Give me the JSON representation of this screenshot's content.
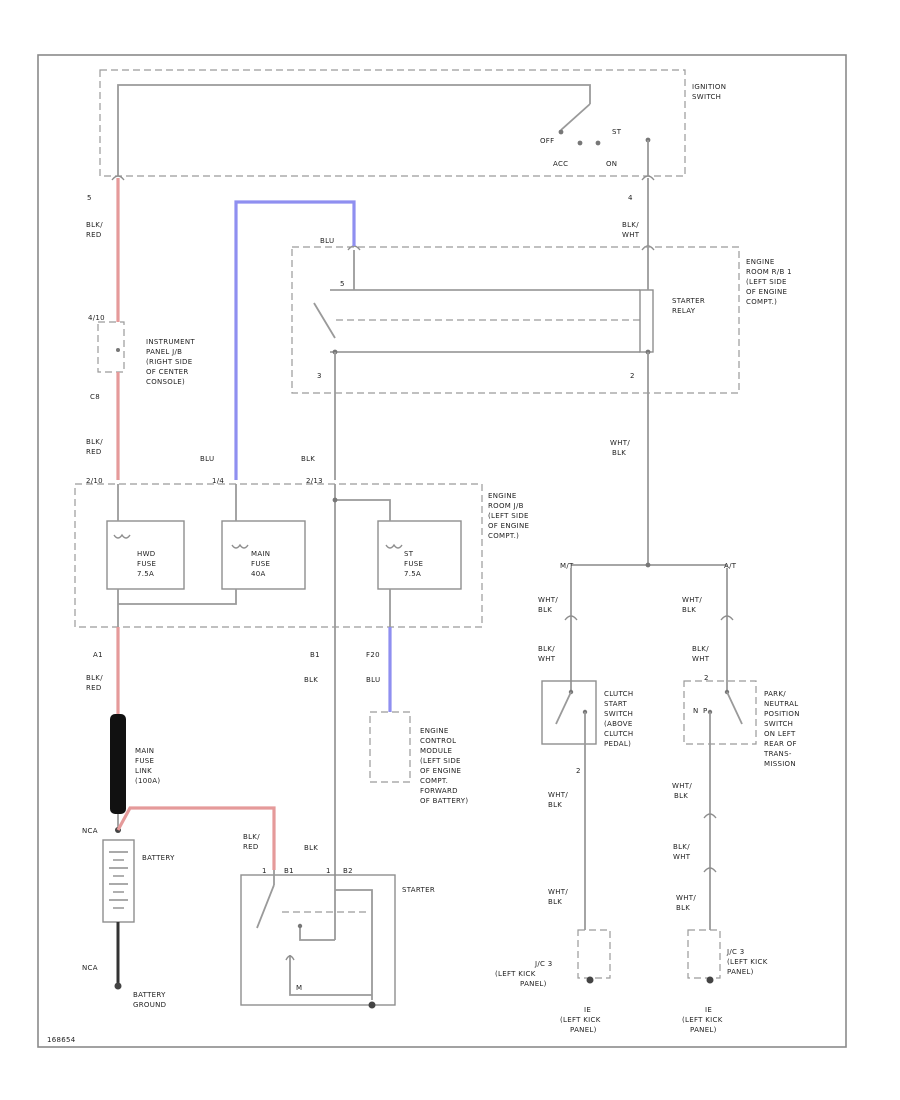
{
  "labels": {
    "ignition_switch": [
      "IGNITION",
      "SWITCH"
    ],
    "off": "OFF",
    "st_pos": "ST",
    "acc": "ACC",
    "on": "ON",
    "pin_5": "5",
    "pin_4": "4",
    "blk_red_1": [
      "BLK/",
      "RED"
    ],
    "blk_wht_1": [
      "BLK/",
      "WHT"
    ],
    "blu_top": "BLU",
    "engine_room_rb": [
      "ENGINE",
      "ROOM R/B 1",
      "(LEFT SIDE",
      "OF ENGINE",
      "COMPT.)"
    ],
    "starter_relay": [
      "STARTER",
      "RELAY"
    ],
    "relay_pin_5": "5",
    "relay_pin_3": "3",
    "relay_pin_2": "2",
    "instrument_jb_pin": "4/10",
    "instrument_panel_jb": [
      "INSTRUMENT",
      "PANEL J/B",
      "(RIGHT SIDE",
      "OF CENTER",
      "CONSOLE)"
    ],
    "c8": "C8",
    "wht_blk_1": [
      "WHT/",
      "BLK"
    ],
    "blk_red_2": [
      "BLK/",
      "RED"
    ],
    "blu_mid": "BLU",
    "blk_mid": "BLK",
    "pin_2_10": "2/10",
    "pin_1_4": "1/4",
    "pin_2_13": "2/13",
    "engine_room_jb": [
      "ENGINE",
      "ROOM J/B",
      "(LEFT SIDE",
      "OF ENGINE",
      "COMPT.)"
    ],
    "hwd_fuse": [
      "HWD",
      "FUSE",
      "7.5A"
    ],
    "main_fuse": [
      "MAIN",
      "FUSE",
      "40A"
    ],
    "st_fuse": [
      "ST",
      "FUSE",
      "7.5A"
    ],
    "a1": "A1",
    "blk_red_3": [
      "BLK/",
      "RED"
    ],
    "b1": "B1",
    "blk_b1": "BLK",
    "f20": "F20",
    "blu_ecm": "BLU",
    "ecm": [
      "ENGINE",
      "CONTROL",
      "MODULE",
      "(LEFT SIDE",
      "OF ENGINE",
      "COMPT.",
      "FORWARD",
      "OF BATTERY)"
    ],
    "main_fuse_link": [
      "MAIN",
      "FUSE",
      "LINK",
      "(100A)"
    ],
    "battery_pos": "NCA",
    "battery": "BATTERY",
    "battery_neg": "NCA",
    "battery_ground": [
      "BATTERY",
      "GROUND"
    ],
    "blk_red_4": [
      "BLK/",
      "RED"
    ],
    "blk_starter": "BLK",
    "s1": "1",
    "s1b": "B1",
    "s2": "1",
    "s2b": "B2",
    "starter": "STARTER",
    "m": "M",
    "wht_blk_2": [
      "WHT/",
      "BLK"
    ],
    "wht_blk_3": [
      "WHT/",
      "BLK"
    ],
    "wht_blk_4": [
      "WHT/",
      "BLK"
    ],
    "blk_wht_2": [
      "BLK/",
      "WHT"
    ],
    "ws_pin_l": "M/T",
    "ws_pin_r": "A/T",
    "clutch_switch": [
      "CLUTCH",
      "START",
      "SWITCH",
      "(ABOVE",
      "CLUTCH",
      "PEDAL)"
    ],
    "clutch_pin_2": "2",
    "wht_blk_5": [
      "WHT/",
      "BLK"
    ],
    "wht_blk_6": [
      "WHT/",
      "BLK"
    ],
    "jc_3a": [
      "J/C 3",
      "(LEFT KICK",
      "PANEL)"
    ],
    "ground_a": [
      "IE",
      "(LEFT KICK",
      "PANEL)"
    ],
    "pnp_pin_2": "2",
    "pnp_pin_n": "N",
    "pnp_pin_p": "P",
    "pnp_switch": [
      "PARK/",
      "NEUTRAL",
      "POSITION",
      "SWITCH",
      "ON LEFT",
      "REAR OF",
      "TRANS-",
      "MISSION"
    ],
    "wht_blk_7": [
      "WHT/",
      "BLK"
    ],
    "blk_wht_3": [
      "BLK/",
      "WHT"
    ],
    "wht_blk_8": [
      "WHT/",
      "BLK"
    ],
    "jc_3b": [
      "J/C 3",
      "(LEFT KICK",
      "PANEL)"
    ],
    "ground_b": [
      "IE",
      "(LEFT KICK",
      "PANEL)"
    ],
    "corner_id": "168654"
  }
}
